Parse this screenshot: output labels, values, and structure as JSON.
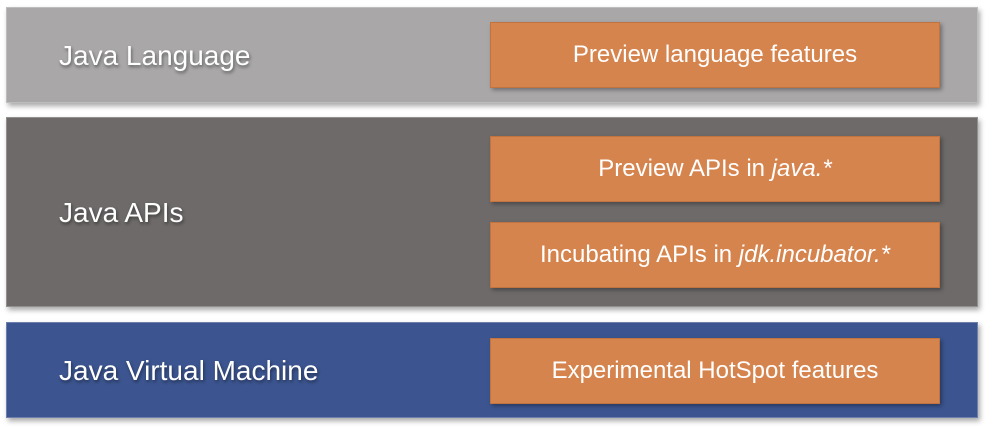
{
  "layers": {
    "language": {
      "label": "Java Language",
      "color": "#a9a7a8",
      "features": [
        {
          "text": "Preview language features",
          "italic": ""
        }
      ]
    },
    "apis": {
      "label": "Java APIs",
      "color": "#6e6a6a",
      "features": [
        {
          "text": "Preview APIs in ",
          "italic": "java.*"
        },
        {
          "text": "Incubating APIs in ",
          "italic": "jdk.incubator.*"
        }
      ]
    },
    "jvm": {
      "label": "Java Virtual Machine",
      "color": "#3c5590",
      "features": [
        {
          "text": "Experimental HotSpot features",
          "italic": ""
        }
      ]
    }
  },
  "feature_box_color": "#d6844e"
}
